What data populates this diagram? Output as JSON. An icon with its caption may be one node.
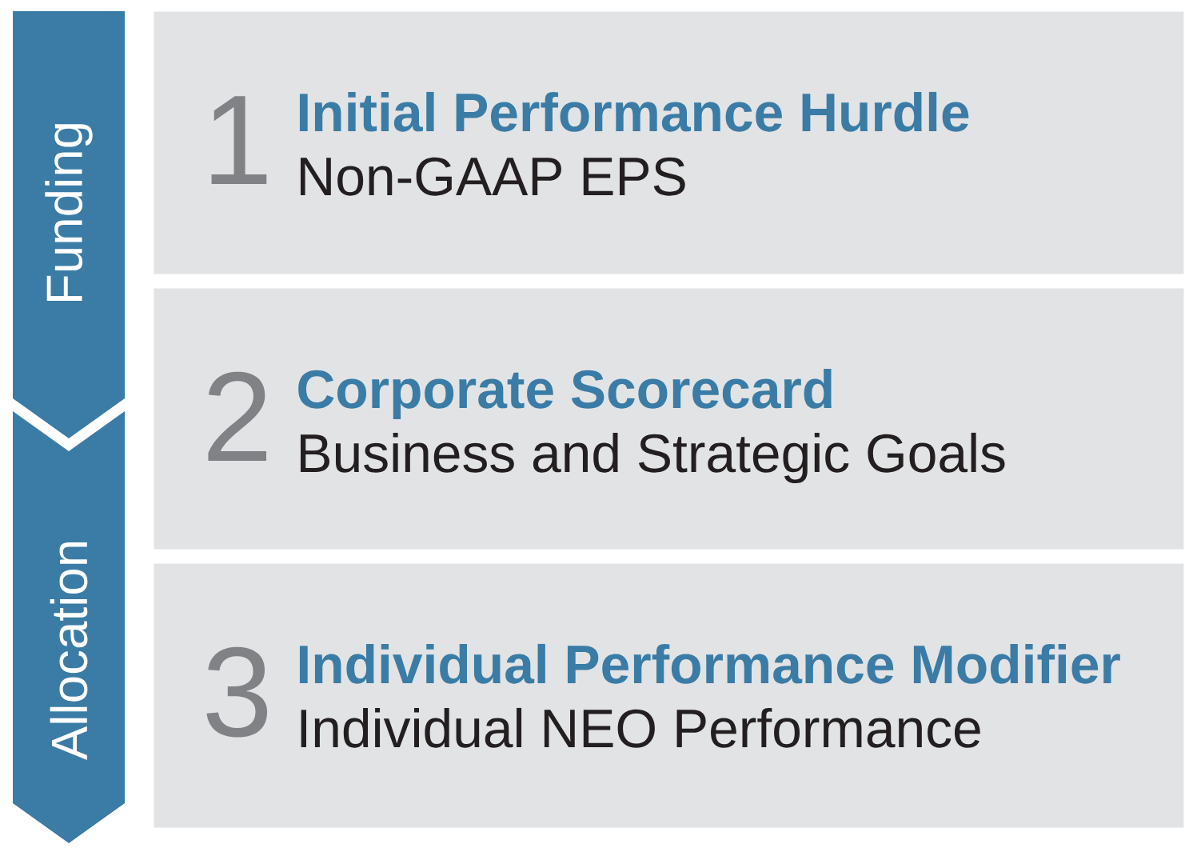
{
  "diagram": {
    "nodes": [
      {
        "text": [
          "Funding"
        ]
      },
      {
        "text": [
          "Allocation"
        ]
      },
      {
        "text": [
          "1",
          "Initial Performance Hurdle",
          "Non-GAAP EPS"
        ]
      },
      {
        "text": [
          "2",
          "Corporate Scorecard",
          "Business and Strategic Goals"
        ]
      },
      {
        "text": [
          "3",
          "Individual Performance Modifier",
          "Individual NEO Performance"
        ]
      }
    ]
  }
}
